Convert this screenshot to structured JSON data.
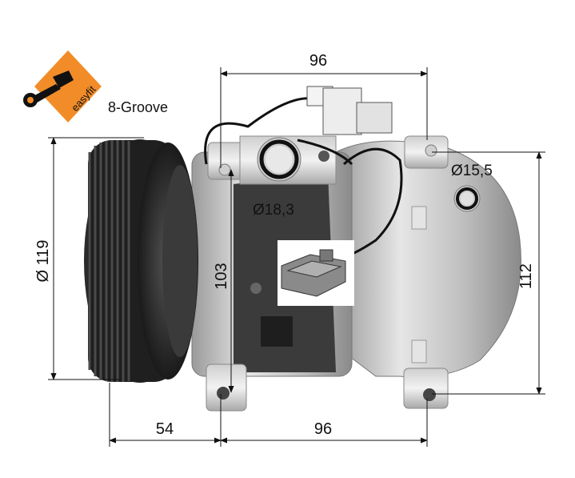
{
  "badge": {
    "brand": "easyfit",
    "color": "#f28c28"
  },
  "groove_label": "8-Groove",
  "dimensions": {
    "top_width": "96",
    "port_large": "Ø18,3",
    "port_small": "Ø15,5",
    "pulley_diameter": "Ø 119",
    "body_height": "103",
    "mount_height": "112",
    "bottom_left": "54",
    "bottom_right": "96"
  }
}
